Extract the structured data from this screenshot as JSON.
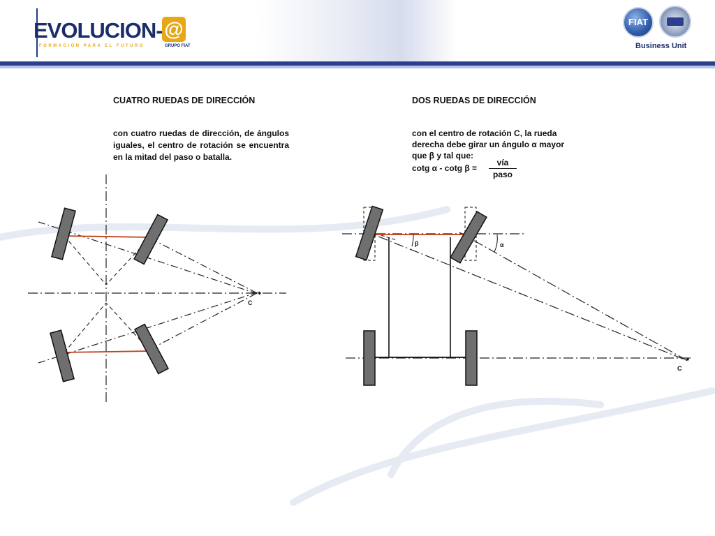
{
  "header": {
    "logo_text": "EVOLUCION-",
    "logo_at": "@",
    "logo_tagline": "FORMACION PARA EL FUTURO",
    "logo_group": "GRUPO FIAT",
    "badge_fiat": "FIAT",
    "business_unit": "Business Unit"
  },
  "left": {
    "title": "CUATRO RUEDAS DE DIRECCIÓN",
    "text": "con cuatro ruedas de dirección, de ángulos iguales, el centro de rotación se encuentra en la mitad del paso o batalla.",
    "center_label": "C"
  },
  "right": {
    "title": "DOS RUEDAS DE DIRECCIÓN",
    "text_line1": "con el centro de rotación C, la rueda",
    "text_line2": "derecha debe girar un ángulo α mayor",
    "text_line3": "que β y tal que:",
    "formula_lhs": "cotg α - cotg β =",
    "formula_num": "vía",
    "formula_den": "paso",
    "beta_label": "β",
    "alpha_label": "α",
    "center_label": "C"
  },
  "colors": {
    "axle": "#c0411c",
    "wheel": "#6f6f6f",
    "header_band": "#2c3f8f",
    "logo_orange": "#e6a817"
  }
}
